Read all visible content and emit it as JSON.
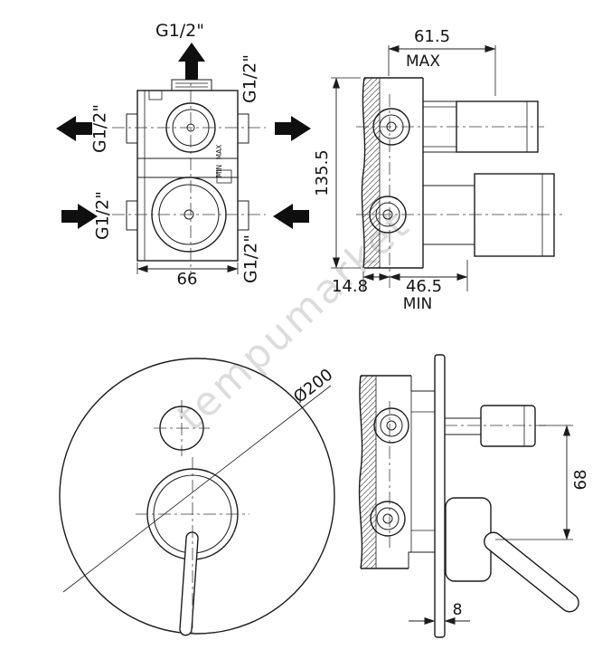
{
  "watermark": "tempumarket",
  "valve_front": {
    "thread_top": "G1/2\"",
    "thread_top_right": "G1/2\"",
    "thread_left_upper": "G1/2\"",
    "thread_left_lower": "G1/2\"",
    "thread_bottom_right": "G1/2\"",
    "label_max": "MAX",
    "label_min": "MIN",
    "dim_width": "66"
  },
  "valve_side": {
    "dim_depth": "61.5",
    "label_max": "MAX",
    "dim_height": "135.5",
    "dim_offset": "14.8",
    "dim_min_depth": "46.5",
    "label_min": "MIN"
  },
  "plate_front": {
    "dim_diameter": "Ø200"
  },
  "plate_side": {
    "dim_handle_offset": "68",
    "dim_plate_thickness": "8"
  }
}
